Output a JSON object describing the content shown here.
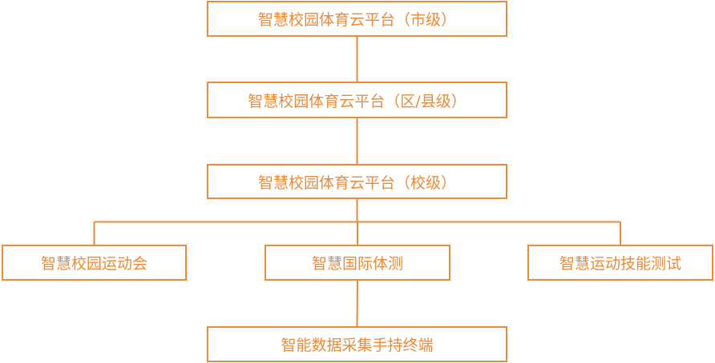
{
  "colors": {
    "accent": "#e98b3a",
    "background": "#ffffff"
  },
  "nodes": {
    "city": {
      "label": "智慧校园体育云平台（市级）"
    },
    "district": {
      "label": "智慧校园体育云平台（区/县级）"
    },
    "school": {
      "label": "智慧校园体育云平台（校级）"
    },
    "games": {
      "label": "智慧校园运动会"
    },
    "fitness": {
      "label": "智慧国际体测"
    },
    "skills": {
      "label": "智慧运动技能测试"
    },
    "terminal": {
      "label": "智能数据采集手持终端"
    }
  },
  "edges": [
    {
      "from": "city",
      "to": "district"
    },
    {
      "from": "district",
      "to": "school"
    },
    {
      "from": "school",
      "to": "games"
    },
    {
      "from": "school",
      "to": "fitness"
    },
    {
      "from": "school",
      "to": "skills"
    },
    {
      "from": "fitness",
      "to": "terminal"
    }
  ]
}
